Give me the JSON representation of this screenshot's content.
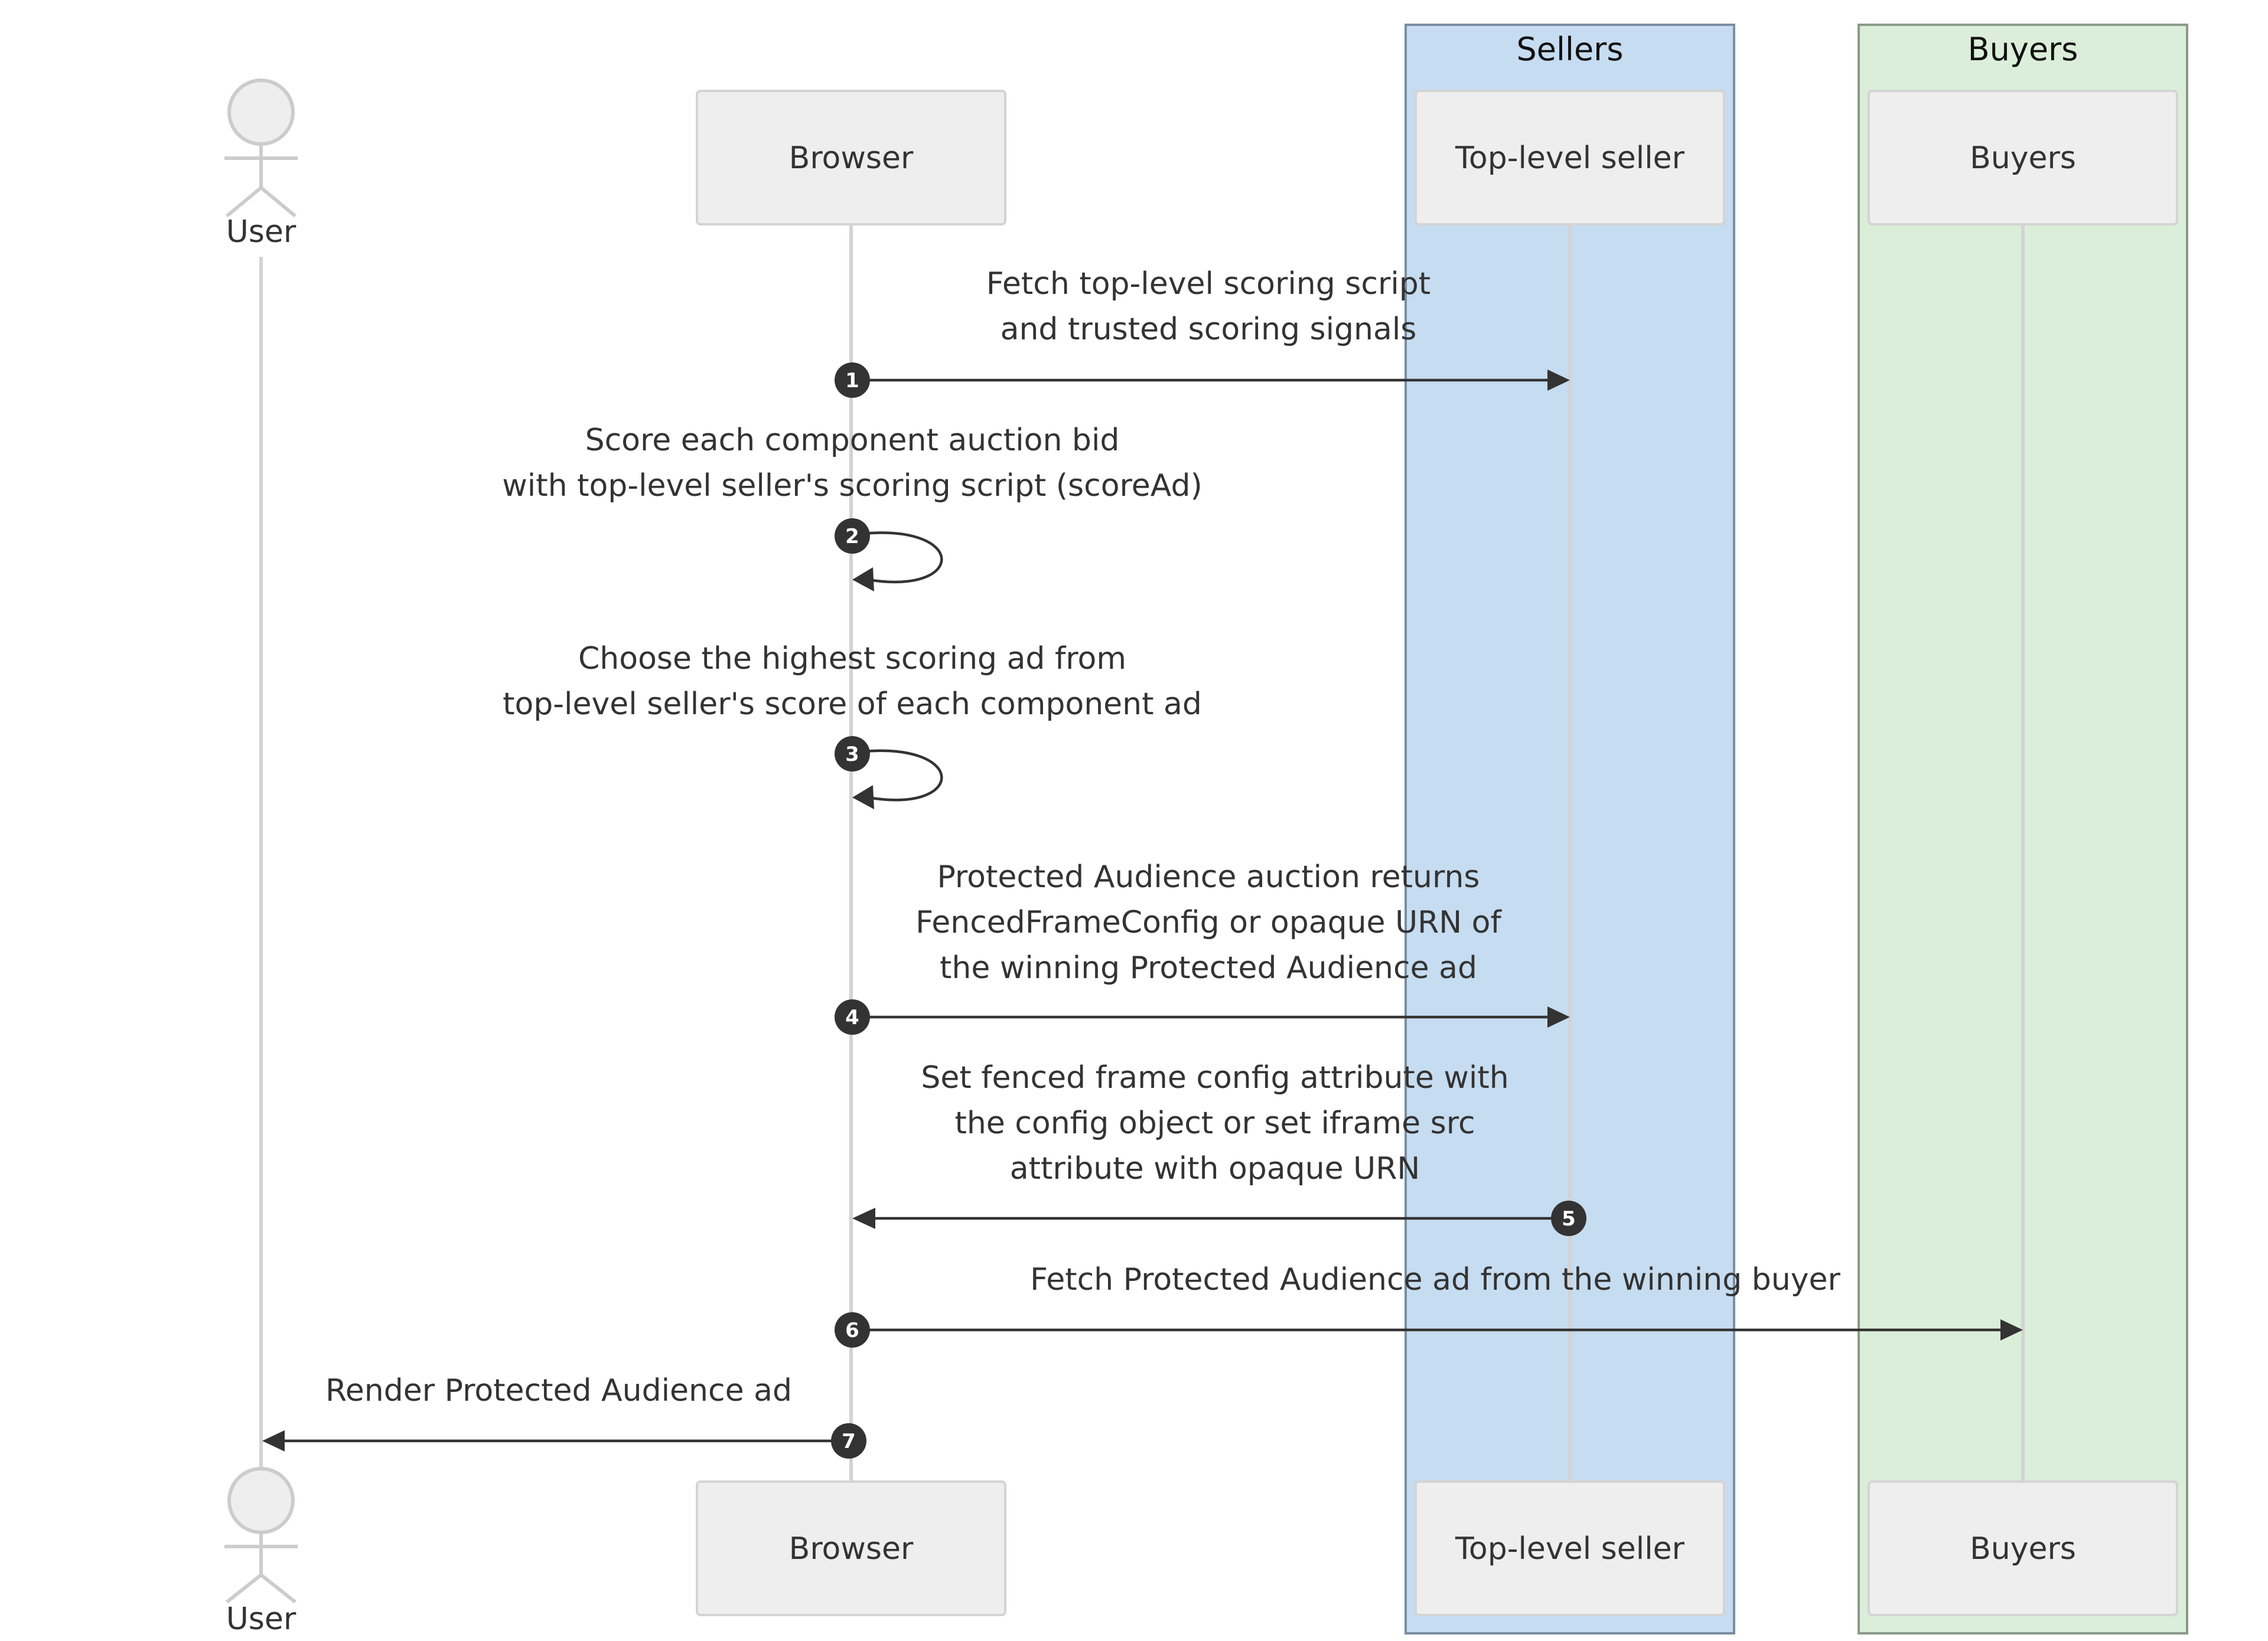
{
  "groups": {
    "sellers": {
      "label": "Sellers",
      "color": "#c6dcf0"
    },
    "buyers": {
      "label": "Buyers",
      "color": "#dbeed9"
    }
  },
  "participants": {
    "user": "User",
    "browser": "Browser",
    "seller": "Top-level seller",
    "buyers": "Buyers"
  },
  "messages": [
    {
      "num": "1",
      "from": "Browser",
      "to": "Top-level seller",
      "lines": [
        "Fetch top-level scoring script",
        "and trusted scoring signals"
      ]
    },
    {
      "num": "2",
      "from": "Browser",
      "to": "Browser",
      "lines": [
        "Score each component auction bid",
        "with top-level seller's scoring script (scoreAd)"
      ]
    },
    {
      "num": "3",
      "from": "Browser",
      "to": "Browser",
      "lines": [
        "Choose the highest scoring ad from",
        "top-level seller's score of each component ad"
      ]
    },
    {
      "num": "4",
      "from": "Browser",
      "to": "Top-level seller",
      "lines": [
        "Protected Audience auction returns",
        "FencedFrameConfig or opaque URN of",
        "the winning Protected Audience ad"
      ]
    },
    {
      "num": "5",
      "from": "Top-level seller",
      "to": "Browser",
      "lines": [
        "Set fenced frame config attribute with",
        "the config object or set iframe src",
        "attribute with opaque URN"
      ]
    },
    {
      "num": "6",
      "from": "Browser",
      "to": "Buyers",
      "lines": [
        "Fetch Protected Audience ad from the winning buyer"
      ]
    },
    {
      "num": "7",
      "from": "Browser",
      "to": "User",
      "lines": [
        "Render Protected Audience ad"
      ]
    }
  ]
}
